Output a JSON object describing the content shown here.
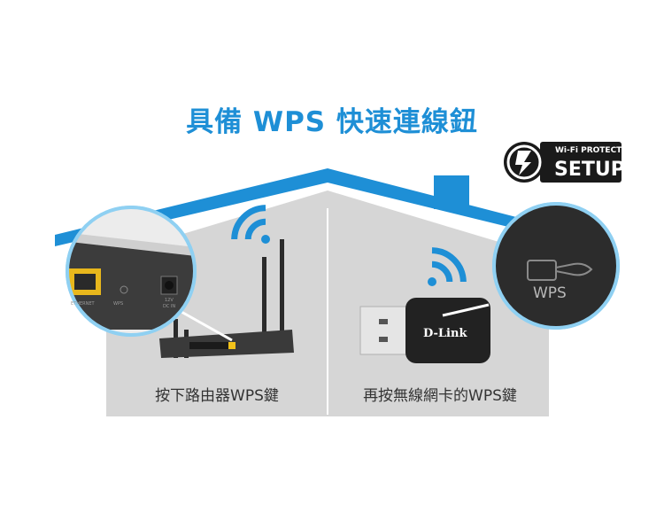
{
  "headline": "具備 WPS 快速連線鈕",
  "badge": {
    "line1": "Wi-Fi PROTECTED",
    "line2": "SETUP"
  },
  "captions": {
    "left": "按下路由器WPS鍵",
    "right": "再按無線網卡的WPS鍵"
  },
  "zoom_labels": {
    "wps_button": "WPS",
    "ethernet": "ETHERNET",
    "wps_small": "WPS",
    "power_volt": "12V",
    "power_dc": "DC IN"
  },
  "adapter_brand": "D-Link",
  "colors": {
    "accent_blue": "#1e8fd6",
    "wall_gray": "#d6d6d6",
    "title_blue": "#1e8fd6"
  },
  "icons": [
    "wifi-icon",
    "wifi-protected-setup-icon"
  ]
}
